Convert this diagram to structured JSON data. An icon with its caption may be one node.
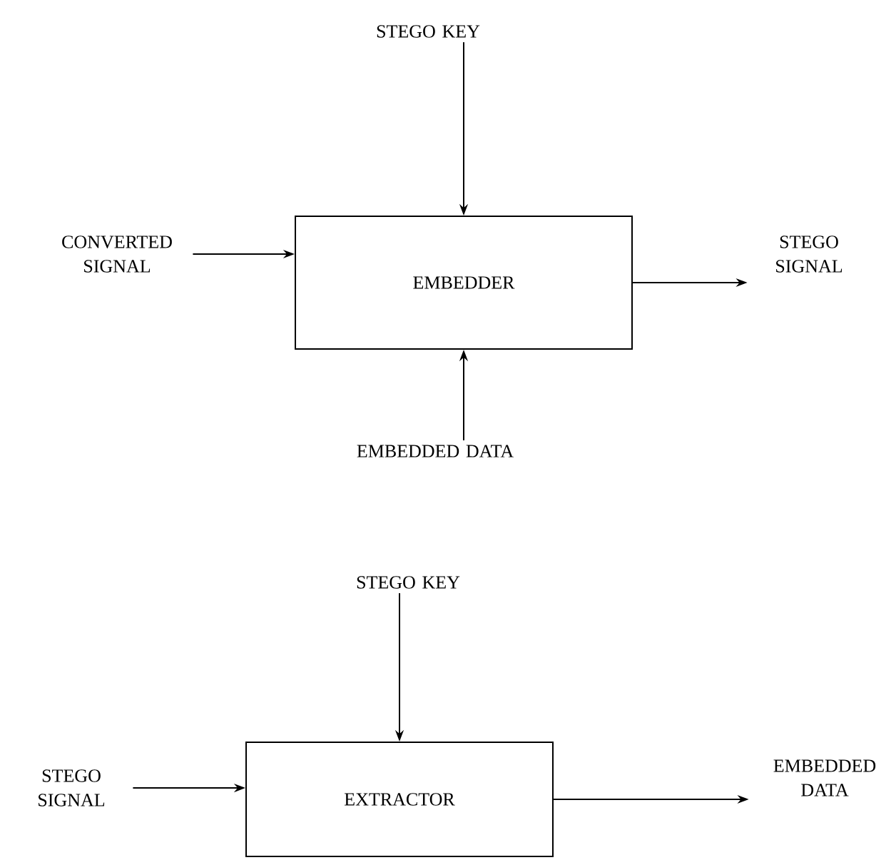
{
  "diagram": {
    "nodes": [
      {
        "text": [
          "STEGO KEY"
        ]
      },
      {
        "text": [
          "CONVERTED SIGNAL"
        ]
      },
      {
        "text": [
          "EMBEDDER"
        ]
      },
      {
        "text": [
          "STEGO SIGNAL"
        ]
      },
      {
        "text": [
          "EMBEDDED DATA"
        ]
      },
      {
        "text": [
          "STEGO KEY"
        ]
      },
      {
        "text": [
          "STEGO SIGNAL"
        ]
      },
      {
        "text": [
          "EXTRACTOR"
        ]
      },
      {
        "text": [
          "EMBEDDED DATA"
        ]
      }
    ],
    "edges": [
      {
        "from": 0,
        "to": 2,
        "arrow": "to"
      },
      {
        "from": 1,
        "to": 2,
        "arrow": "to"
      },
      {
        "from": 2,
        "to": 3,
        "arrow": "to"
      },
      {
        "from": 4,
        "to": 2,
        "arrow": "to"
      },
      {
        "from": 5,
        "to": 7,
        "arrow": "to"
      },
      {
        "from": 6,
        "to": 7,
        "arrow": "to"
      },
      {
        "from": 7,
        "to": 8,
        "arrow": "to"
      }
    ]
  }
}
